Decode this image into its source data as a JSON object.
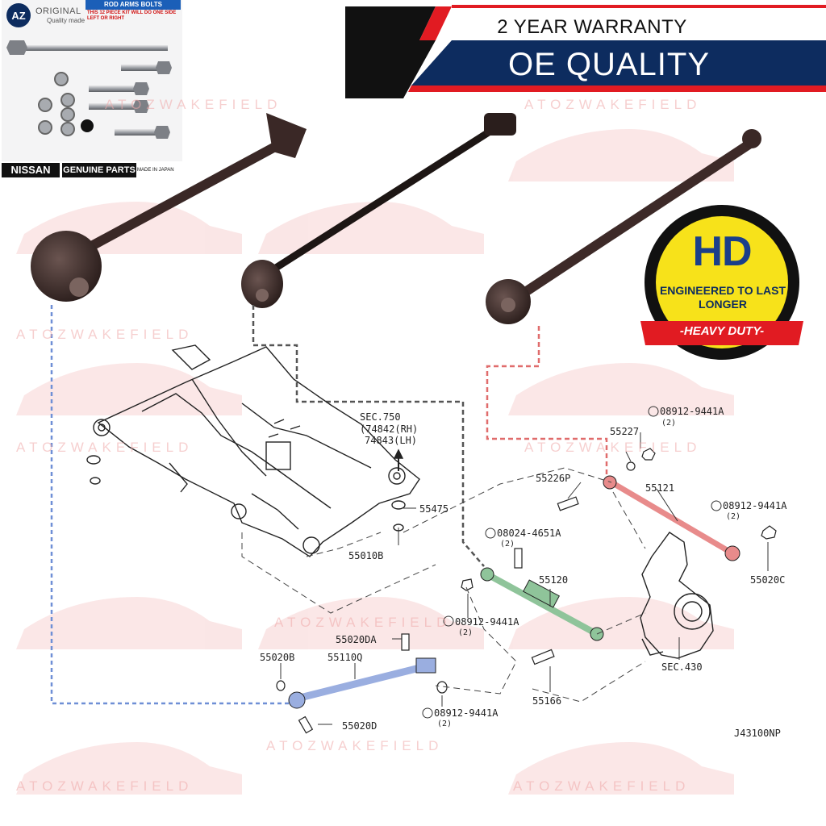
{
  "brand": {
    "logo_text": "AZ",
    "original": "ORIGINAL",
    "quality_made": "Quality made",
    "kit_title": "ROD ARMS BOLTS",
    "kit_note": "THIS 12 PIECE KIT WILL DO ONE SIDE LEFT OR RIGHT"
  },
  "oem": {
    "nissan": "NISSAN",
    "genuine_parts": "GENUINE PARTS",
    "made_in": "MADE IN JAPAN"
  },
  "banner": {
    "warranty": "2 YEAR WARRANTY",
    "quality": "OE QUALITY",
    "colors": {
      "navy": "#0d2c5f",
      "red": "#e11b22",
      "black": "#111111"
    }
  },
  "badge": {
    "hd": "HD",
    "engineered": "ENGINEERED TO LAST LONGER",
    "heavy_duty": "-HEAVY DUTY-",
    "colors": {
      "yellow": "#f7e21a",
      "ring": "#111111",
      "ribbon": "#e11b22",
      "text": "#1a3f8a"
    }
  },
  "watermark": "ATOZWAKEFIELD",
  "diagram": {
    "sec750": "SEC.750",
    "sec750_rh": "(74842(RH)",
    "sec750_lh": "74843(LH)",
    "sec430": "SEC.430",
    "ref": "J43100NP",
    "parts": {
      "p55475": "55475",
      "p55010b": "55010B",
      "p55227": "55227",
      "n08912_a": "08912-9441A",
      "qty_a": "(2)",
      "p55226p": "55226P",
      "p55121": "55121",
      "n08912_b": "08912-9441A",
      "qty_b": "(2)",
      "b08024": "08024-4651A",
      "qty_c": "(2)",
      "p55120": "55120",
      "p55020c": "55020C",
      "n08912_c": "08912-9441A",
      "qty_d": "(2)",
      "p55020da": "55020DA",
      "p55020b": "55020B",
      "p55110q": "55110Q",
      "n08912_d": "08912-9441A",
      "qty_e": "(2)",
      "p55020d": "55020D",
      "p55166": "55166"
    },
    "colors": {
      "red_arm": "#e88b8b",
      "green_arm": "#8fc49a",
      "blue_arm": "#9aaee0",
      "blue_dash": "#6f8fd6",
      "red_dash": "#e06c6c",
      "gray_dash": "#555555"
    }
  }
}
